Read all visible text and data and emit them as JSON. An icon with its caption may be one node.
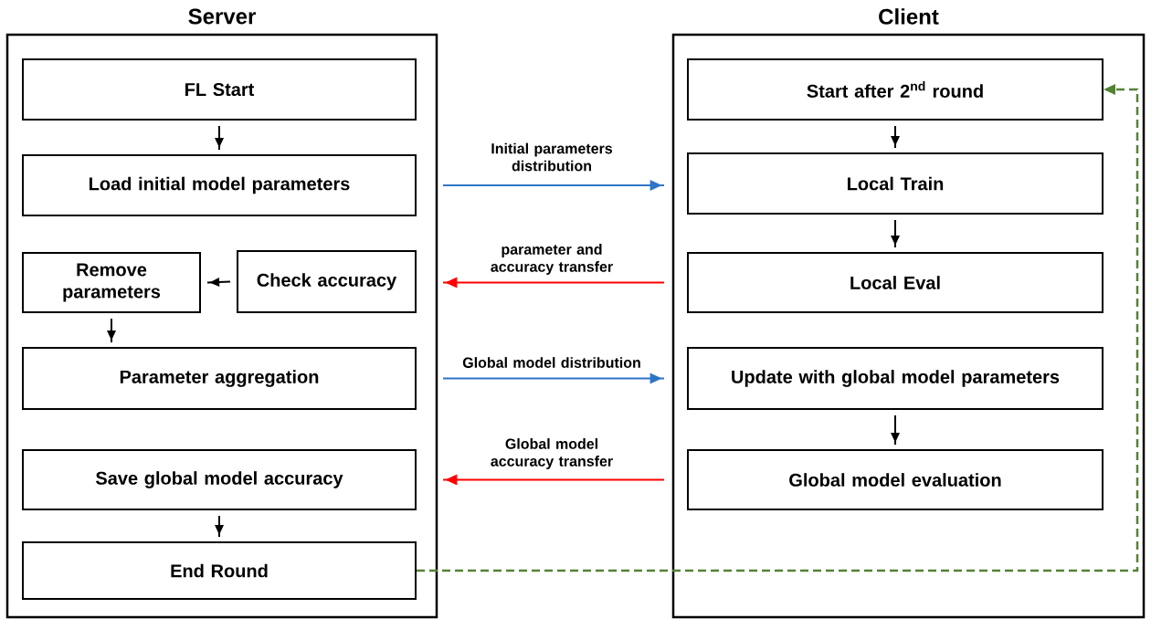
{
  "diagram": {
    "nodes": [
      {
        "text": [
          "Server"
        ]
      },
      {
        "text": [
          "FL Start"
        ],
        "in": 0
      },
      {
        "text": [
          "Load initial model parameters"
        ],
        "in": 0
      },
      {
        "text": [
          "Remove parameters"
        ],
        "in": 0
      },
      {
        "text": [
          "Check accuracy"
        ],
        "in": 0
      },
      {
        "text": [
          "Parameter aggregation"
        ],
        "in": 0
      },
      {
        "text": [
          "Save global model accuracy"
        ],
        "in": 0
      },
      {
        "text": [
          "End Round"
        ],
        "in": 0
      },
      {
        "text": [
          "Client"
        ]
      },
      {
        "text": [
          "Start after 2$^{nd}$ round"
        ],
        "in": 8
      },
      {
        "text": [
          "Local Train"
        ],
        "in": 8
      },
      {
        "text": [
          "Local Eval"
        ],
        "in": 8
      },
      {
        "text": [
          "Update with global model parameters"
        ],
        "in": 8
      },
      {
        "text": [
          "Global model evaluation"
        ],
        "in": 8
      }
    ],
    "edges": [
      {
        "from": 1,
        "to": 2,
        "arrow": "to"
      },
      {
        "from": 4,
        "to": 3,
        "arrow": "to"
      },
      {
        "from": 3,
        "to": 5,
        "arrow": "to"
      },
      {
        "from": 6,
        "to": 7,
        "arrow": "to"
      },
      {
        "from": 9,
        "to": 10,
        "arrow": "to"
      },
      {
        "from": 10,
        "to": 11,
        "arrow": "to"
      },
      {
        "from": 12,
        "to": 13,
        "arrow": "to"
      },
      {
        "from": 2,
        "to": 10,
        "arrow": "to",
        "label": "Initial parameters distribution",
        "color": "#2e75c6"
      },
      {
        "from": 11,
        "to": 4,
        "arrow": "to",
        "label": "parameter and accuracy transfer",
        "color": "#ff0000"
      },
      {
        "from": 5,
        "to": 12,
        "arrow": "to",
        "label": "Global model distribution",
        "color": "#2e75c6"
      },
      {
        "from": 13,
        "to": 6,
        "arrow": "to",
        "label": "Global model accuracy transfer",
        "color": "#ff0000"
      },
      {
        "from": 7,
        "to": 9,
        "arrow": "to",
        "style": "dashed",
        "color": "#548235"
      }
    ]
  }
}
